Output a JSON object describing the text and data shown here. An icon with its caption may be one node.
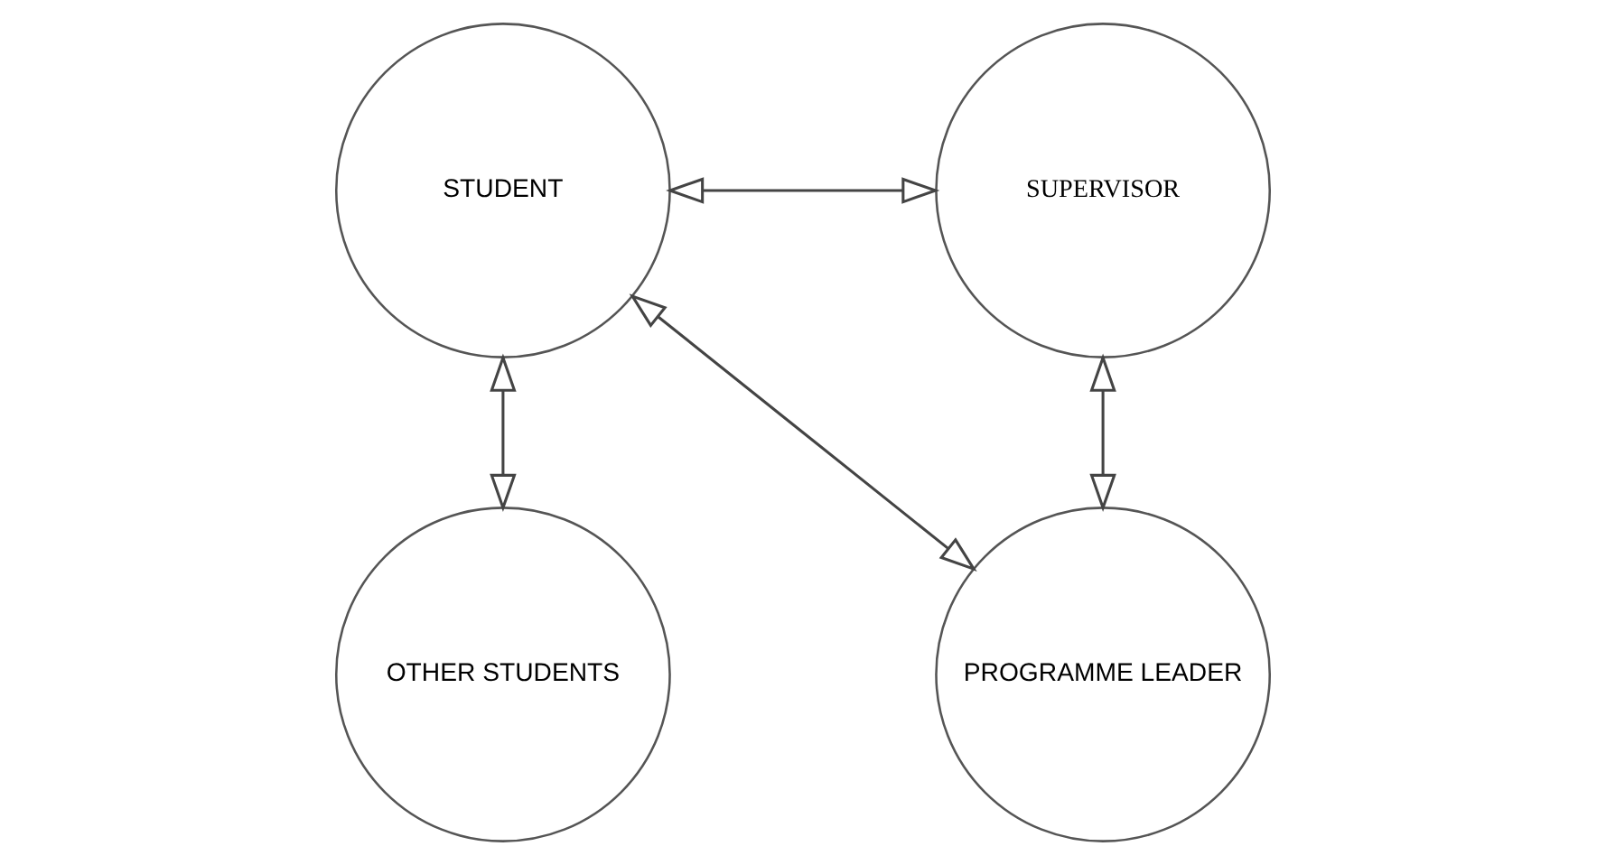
{
  "diagram": {
    "nodes": [
      {
        "text": [
          "STUDENT"
        ]
      },
      {
        "text": [
          "SUPERVISOR"
        ]
      },
      {
        "text": [
          "OTHER STUDENTS"
        ]
      },
      {
        "text": [
          "PROGRAMME LEADER"
        ]
      }
    ],
    "edges": [
      {
        "from": 0,
        "to": 1,
        "arrow": "both"
      },
      {
        "from": 2,
        "to": 0,
        "arrow": "both"
      },
      {
        "from": 0,
        "to": 3,
        "arrow": "both"
      },
      {
        "from": 3,
        "to": 1,
        "arrow": "both"
      }
    ]
  }
}
